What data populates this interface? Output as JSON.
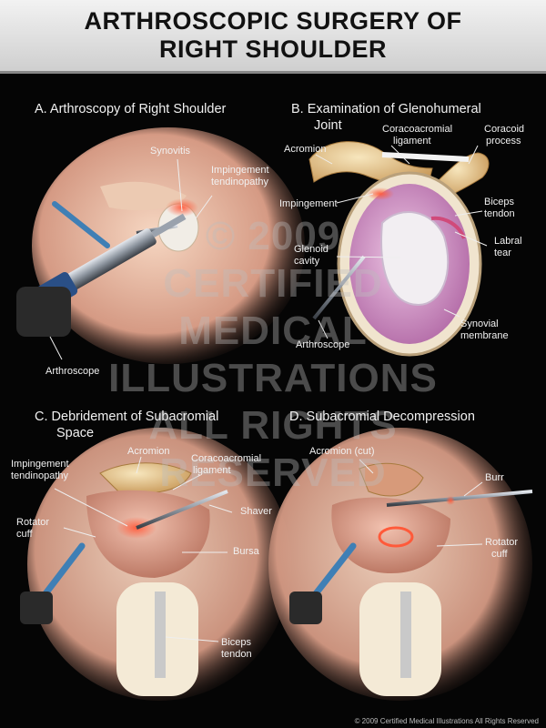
{
  "title": {
    "line1": "ARTHROSCOPIC SURGERY OF",
    "line2": "RIGHT SHOULDER"
  },
  "panels": {
    "a": {
      "title": "A. Arthroscopy of Right Shoulder",
      "labels": {
        "synovitis": "Synovitis",
        "impingement_1": "Impingement",
        "impingement_2": "tendinopathy",
        "arthroscope": "Arthroscope"
      }
    },
    "b": {
      "title_1": "B. Examination of Glenohumeral",
      "title_2": "Joint",
      "labels": {
        "acromion": "Acromion",
        "cor_lig_1": "Coracoacromial",
        "cor_lig_2": "ligament",
        "coracoid_1": "Coracoid",
        "coracoid_2": "process",
        "impingement": "Impingement",
        "biceps_1": "Biceps",
        "biceps_2": "tendon",
        "glenoid_1": "Glenoid",
        "glenoid_2": "cavity",
        "labral_1": "Labral",
        "labral_2": "tear",
        "synovial_1": "Synovial",
        "synovial_2": "membrane",
        "arthroscope": "Arthroscope"
      }
    },
    "c": {
      "title_1": "C. Debridement of Subacromial",
      "title_2": "Space",
      "labels": {
        "acromion": "Acromion",
        "imp_1": "Impingement",
        "imp_2": "tendinopathy",
        "cor_lig_1": "Coracoacromial",
        "cor_lig_2": "ligament",
        "rotator_1": "Rotator",
        "rotator_2": "cuff",
        "shaver": "Shaver",
        "bursa": "Bursa",
        "biceps_1": "Biceps",
        "biceps_2": "tendon"
      }
    },
    "d": {
      "title": "D. Subacromial Decompression",
      "labels": {
        "acromion_cut": "Acromion (cut)",
        "burr": "Burr",
        "rotator_1": "Rotator",
        "rotator_2": "cuff"
      }
    }
  },
  "watermark": [
    "© 2009",
    "CERTIFIED",
    "MEDICAL",
    "ILLUSTRATIONS",
    "ALL RIGHTS",
    "RESERVED"
  ],
  "copyright": "© 2009 Certified Medical Illustrations All Rights Reserved"
}
